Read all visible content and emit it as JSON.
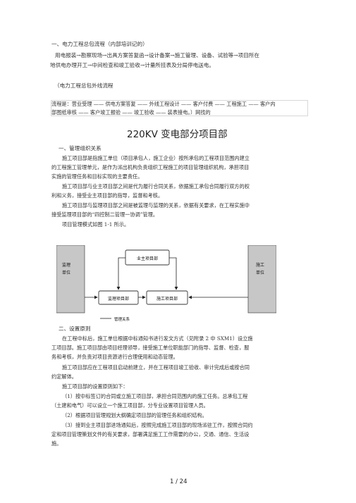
{
  "section1": {
    "heading": "一、电力工程总包流程（内部培训记的）",
    "line1": "用电报装→勘察现场→出具方案答复函→设计备案→施工管理、设备、试验等→项目所在",
    "line2": "地供电办理开工→中间检查和竣工验收→计量所挂表及分局停电送电。"
  },
  "section2": {
    "heading": "（电力工程总包外线流程",
    "flow_line1": "流程是：营业受理 —— 供电方案答复 —— 外线工程设计 —— 客户付费 —— 工程施工 —— 客户内",
    "flow_line2": "部图纸审核 —— 客户竣工报验 —— 竣工验收 —— 装表接电。）网找的"
  },
  "title": "220KV 变电部分项目部",
  "mgmt": {
    "heading": "一、管理组织关系",
    "p1_line1": "施工项目部是指施工单位（项目承包人，施工企业）按所承包的工程项目范围内建立",
    "p1_line2": "的工程施工管理单元，是作为派出机构负责组织工程施工的项目管理组织机构，承担项目",
    "p1_line3": "实施的管理任务和目标实现的主要责任。",
    "p2_line1": "施工项目部与业主项目部之间是代为履行合同关系，依据施工承包合同履行双方的权",
    "p2_line2": "利和义务，接受业主项目部的指导，监督和考核。",
    "p3_line1": "施工项目部与监理项目部之间是被监理与监理的关系，依据有关要求，在工程实施中",
    "p3_line2": "接受监理项目部的“四控制二管理一协调”管理。",
    "p4": "项目管理模式如图 1-1 所示。"
  },
  "org_chart": {
    "owner_dept": "业主项目部",
    "supervision_unit_1": "监理",
    "supervision_unit_2": "单位",
    "construction_unit_1": "施工",
    "construction_unit_2": "单位",
    "supervision_dept": "监理项目部",
    "construction_dept": "施工项目部",
    "legend": "管理关系"
  },
  "setup": {
    "heading": "二、设置原则",
    "p1_line1": "在工程中标后，施工单位根据中标通知书进行发文方式（见附录 2 中 SXM1）设立施",
    "p1_line2": "工项目部。施工项目部由项目经理领导，接受施工单位职能部门的指导、监督、检查，服",
    "p1_line3": "务和考核，并负责对项目资源进行合理使用和动态管理。",
    "p2_line1": "施工项目部应在工程项目启动前建立，并在工程项目竣工验收、审计完成后或按合同",
    "p2_line2": "约定解体。",
    "p3": "施工项目部的设置原则如下：",
    "i1_line1": "（1）按中标签订的合同或立施工项目部，承担合同范围内的施工任务。总承包工程",
    "i1_line2": "（土建和电气）可以设立一个施工项目部，分专业设置项目管理人员。",
    "i2": "（2）根据项目管理规划大纲确定项目部的管理任务和组织结构。",
    "i3_line1": "（3）接到业主项目部进场通知后，按照完成施工项目部的现场派驻工作，按照合同约",
    "i3_line2": "定和项目管理策划文件的有关要求，部署满足施工工作需要的办公，交通、通信、生活设",
    "i3_line3": "施。"
  },
  "page_number": "1 / 24"
}
